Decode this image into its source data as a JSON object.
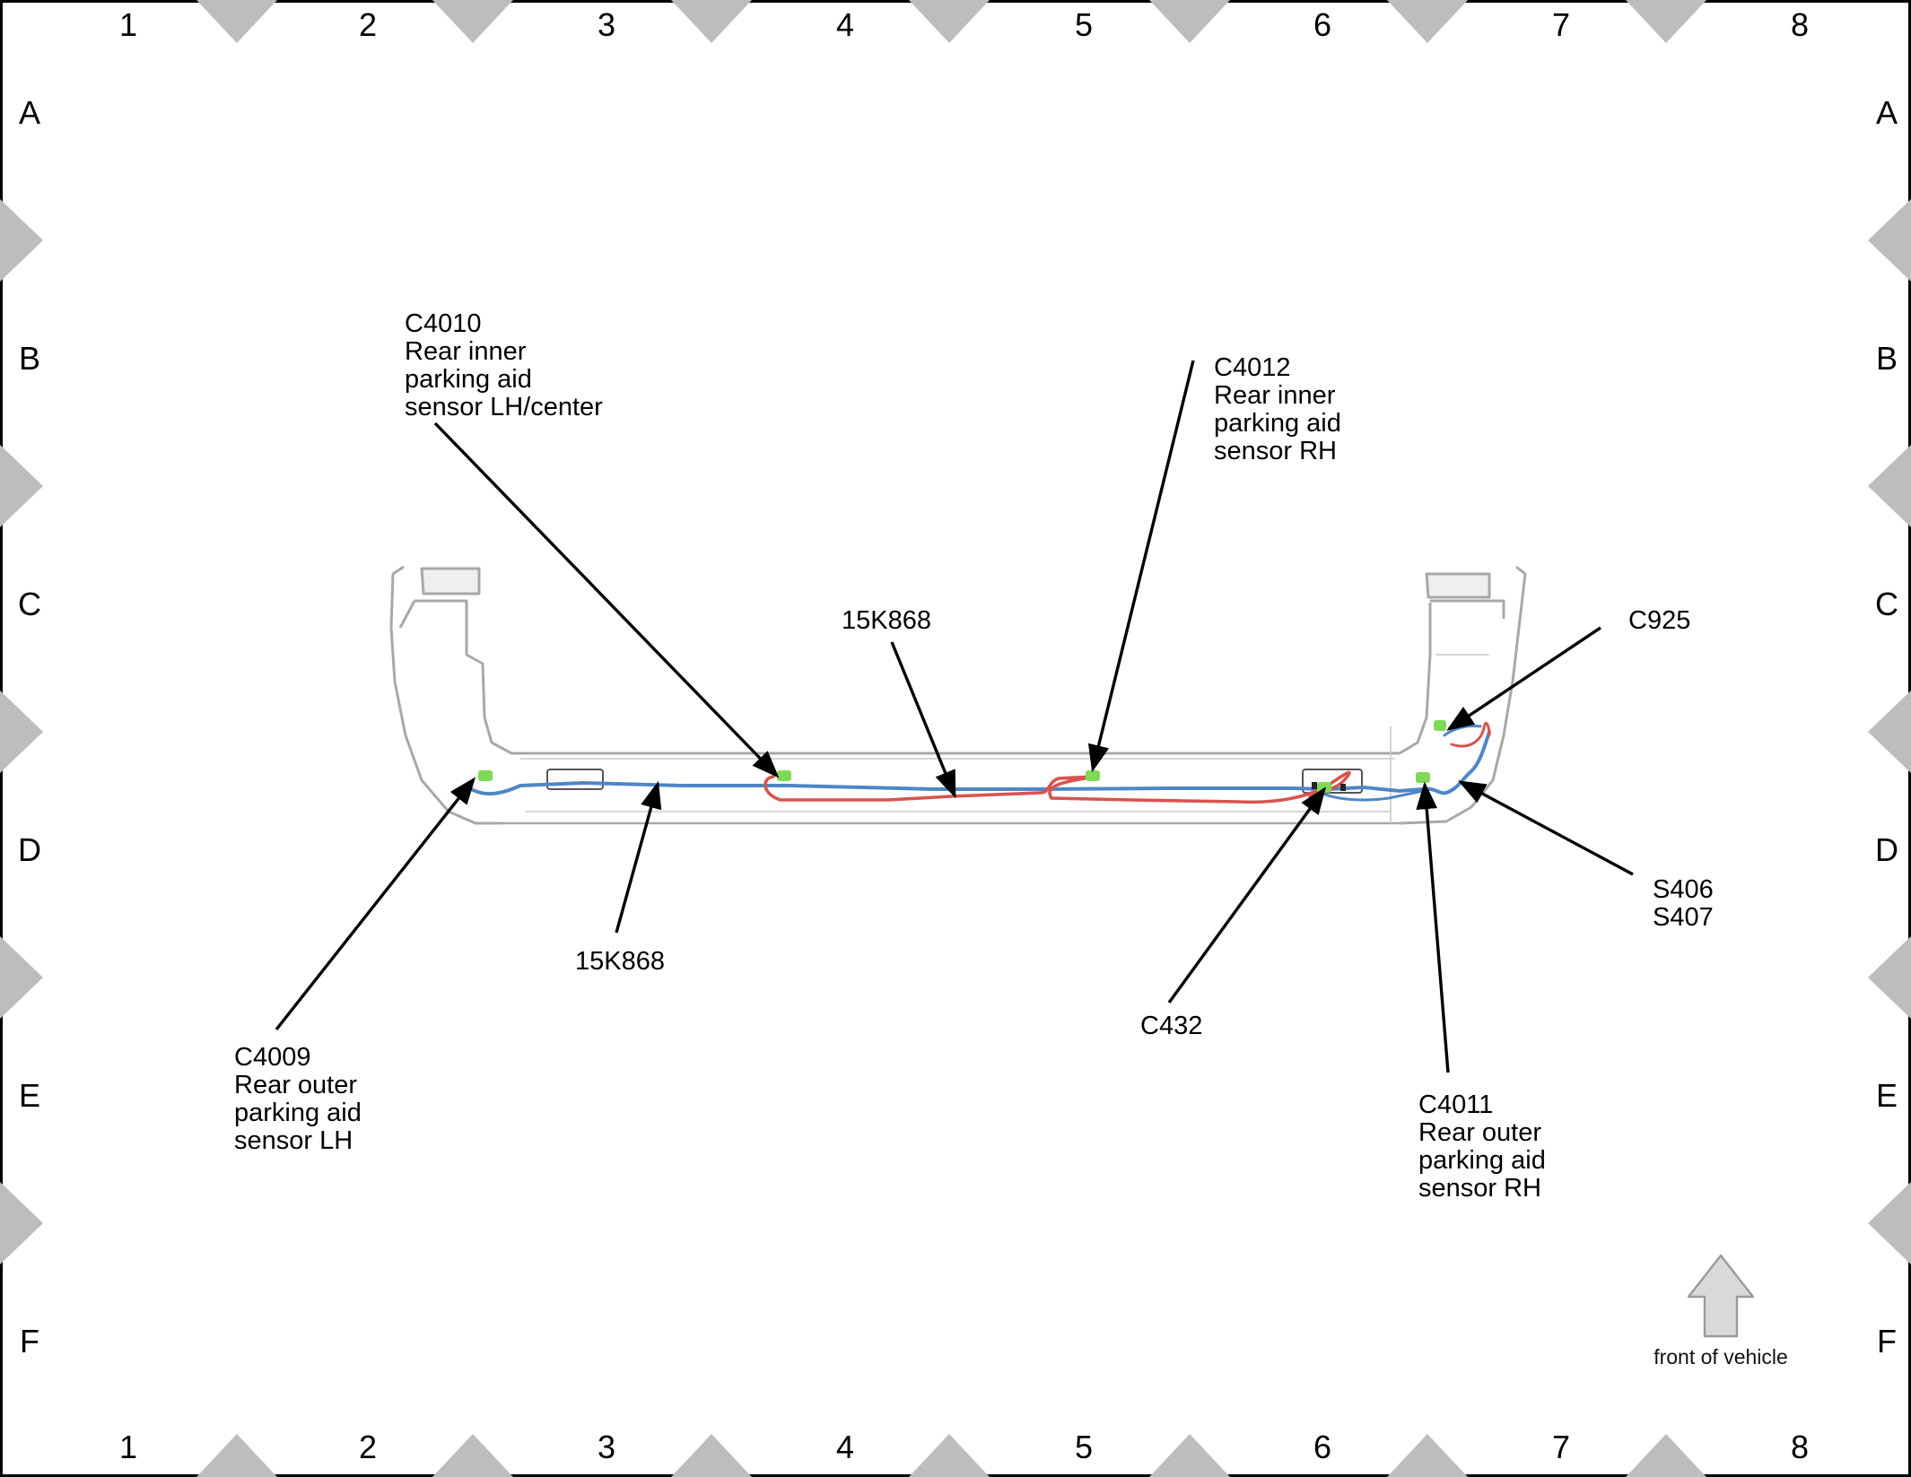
{
  "grid": {
    "columns": [
      "1",
      "2",
      "3",
      "4",
      "5",
      "6",
      "7",
      "8"
    ],
    "rows": [
      "A",
      "B",
      "C",
      "D",
      "E",
      "F"
    ]
  },
  "callouts": {
    "c4010": {
      "lines": [
        "C4010",
        "Rear inner",
        "parking aid",
        "sensor LH/center"
      ]
    },
    "c4012": {
      "lines": [
        "C4012",
        "Rear inner",
        "parking aid",
        "sensor RH"
      ]
    },
    "k868_top": {
      "lines": [
        "15K868"
      ]
    },
    "c925": {
      "lines": [
        "C925"
      ]
    },
    "k868_bottom": {
      "lines": [
        "15K868"
      ]
    },
    "s406_s407": {
      "lines": [
        "S406",
        "S407"
      ]
    },
    "c432": {
      "lines": [
        "C432"
      ]
    },
    "c4009": {
      "lines": [
        "C4009",
        "Rear outer",
        "parking aid",
        "sensor LH"
      ]
    },
    "c4011": {
      "lines": [
        "C4011",
        "Rear outer",
        "parking aid",
        "sensor RH"
      ]
    }
  },
  "orientation": {
    "label": "front of vehicle",
    "icon": "up-arrow-icon"
  },
  "colors": {
    "border": "#000000",
    "grid_marker": "#bdbdbd",
    "bumper_outline": "#9a9a9a",
    "harness_blue": "#4f86c6",
    "harness_red": "#d9534f",
    "connector_green": "#7ed957",
    "arrow_fill": "#d9d9d9"
  }
}
